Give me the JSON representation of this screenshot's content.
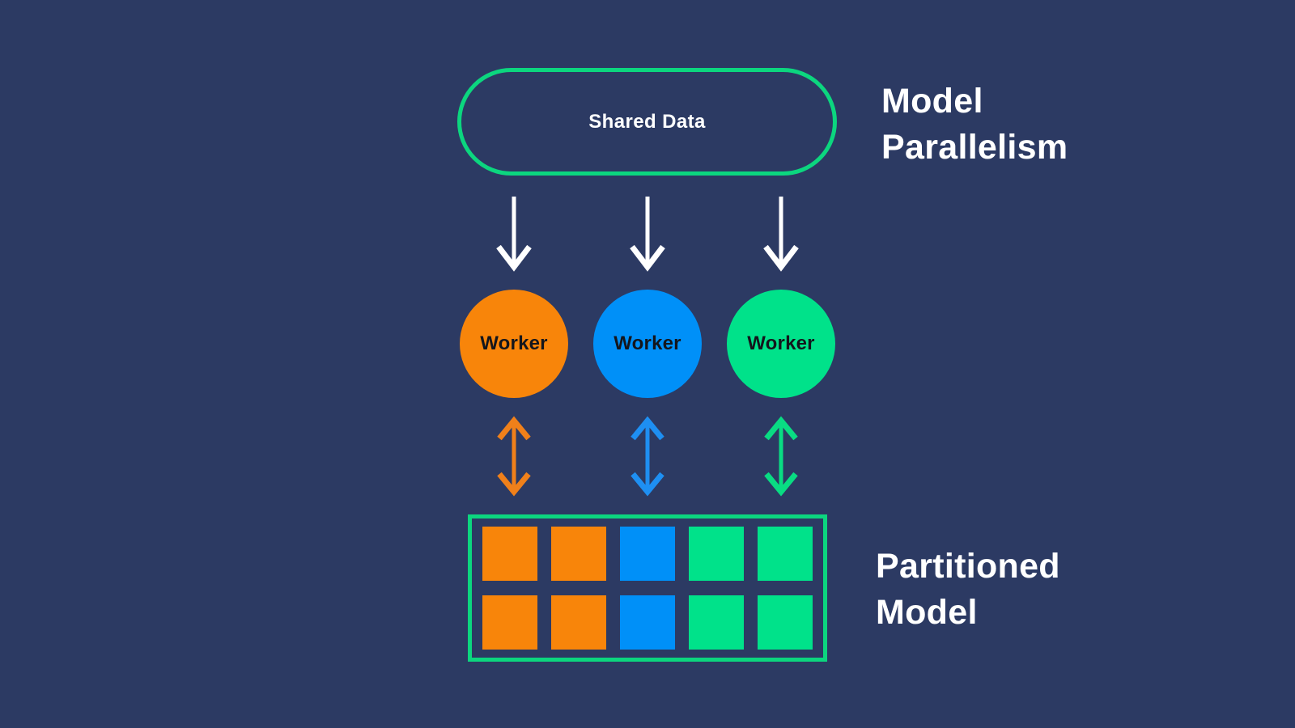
{
  "colors": {
    "background": "#2C3A63",
    "green": "#00E28A",
    "green_border": "#0CD67F",
    "orange": "#F8850A",
    "blue": "#0090F8",
    "orange_arrow": "#F0801A",
    "blue_arrow": "#1E8FF2",
    "green_arrow": "#09DC83",
    "down_arrow": "#FFFFFF",
    "title_text": "#FFFFFF",
    "worker_text": "#14161C"
  },
  "shared_data": {
    "label": "Shared Data"
  },
  "titles": {
    "top": {
      "text": "Model Parallelism",
      "lines": [
        "Model",
        "Parallelism"
      ]
    },
    "bottom": {
      "text": "Partitioned Model",
      "lines": [
        "Partitioned",
        "Model"
      ]
    }
  },
  "workers": [
    {
      "label": "Worker",
      "color_key": "orange",
      "arrow_color_key": "orange_arrow"
    },
    {
      "label": "Worker",
      "color_key": "blue",
      "arrow_color_key": "blue_arrow"
    },
    {
      "label": "Worker",
      "color_key": "green",
      "arrow_color_key": "green_arrow"
    }
  ],
  "partition_grid": {
    "rows": 2,
    "columns": 5,
    "cell_colors": [
      [
        "orange",
        "orange",
        "blue",
        "green",
        "green"
      ],
      [
        "orange",
        "orange",
        "blue",
        "green",
        "green"
      ]
    ]
  }
}
